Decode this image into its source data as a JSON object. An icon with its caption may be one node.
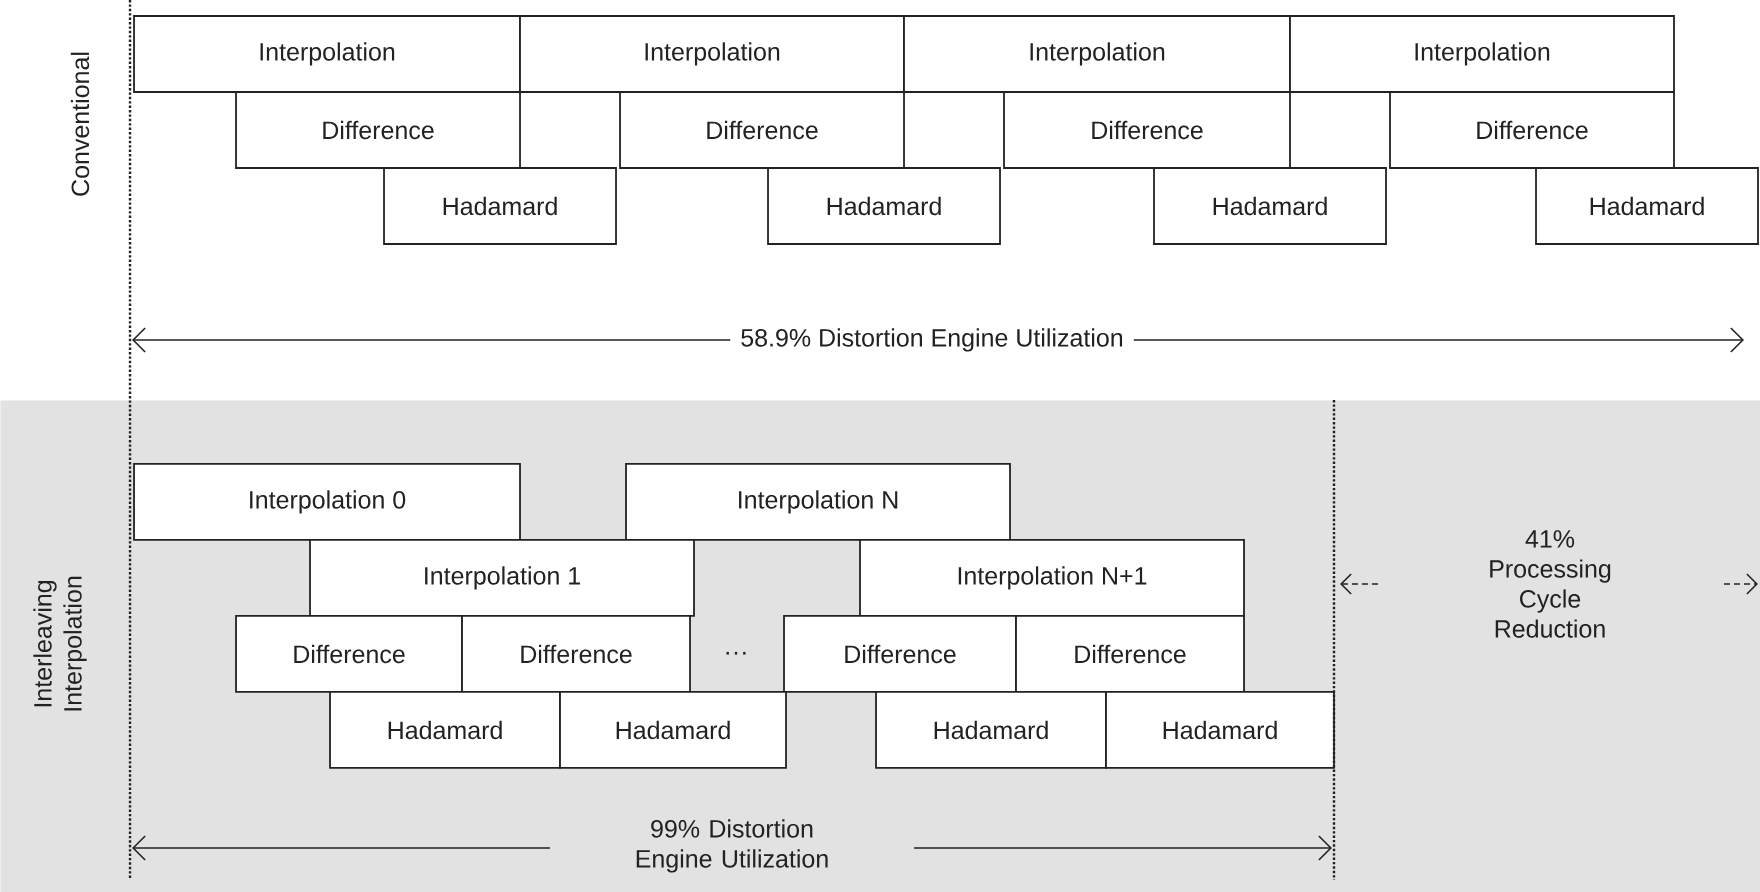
{
  "diagram": {
    "nodes": [
      {
        "text": [
          "Interpolation"
        ]
      },
      {
        "text": [
          "Interpolation"
        ]
      },
      {
        "text": [
          "Interpolation"
        ]
      },
      {
        "text": [
          "Interpolation"
        ]
      },
      {
        "text": [
          "Difference"
        ]
      },
      {
        "text": [
          "Difference"
        ]
      },
      {
        "text": [
          "Difference"
        ]
      },
      {
        "text": [
          "Difference"
        ]
      },
      {
        "text": [
          "Hadamard"
        ]
      },
      {
        "text": [
          "Hadamard"
        ]
      },
      {
        "text": [
          "Hadamard"
        ]
      },
      {
        "text": [
          "Hadamard"
        ]
      },
      {
        "text": [
          "Interleaving Interpolation"
        ]
      },
      {
        "text": [
          "Interpolation 0"
        ],
        "in": 12
      },
      {
        "text": [
          "Interpolation N"
        ],
        "in": 12
      },
      {
        "text": [
          "Interpolation 1"
        ],
        "in": 12
      },
      {
        "text": [
          "Interpolation N+1"
        ],
        "in": 12
      },
      {
        "text": [
          "Difference"
        ],
        "in": 12
      },
      {
        "text": [
          "Difference"
        ],
        "in": 12
      },
      {
        "text": [
          "Difference"
        ],
        "in": 12
      },
      {
        "text": [
          "Difference"
        ],
        "in": 12
      },
      {
        "text": [
          "Hadamard"
        ],
        "in": 12
      },
      {
        "text": [
          "Hadamard"
        ],
        "in": 12
      },
      {
        "text": [
          "Hadamard"
        ],
        "in": 12
      },
      {
        "text": [
          "Hadamard"
        ],
        "in": 12
      }
    ],
    "edges": [],
    "labels": [
      "Conventional",
      "58.9% Distortion Engine Utilization",
      "···",
      "41% Processing Cycle Reduction",
      "99% Distortion Engine Utilization"
    ]
  }
}
